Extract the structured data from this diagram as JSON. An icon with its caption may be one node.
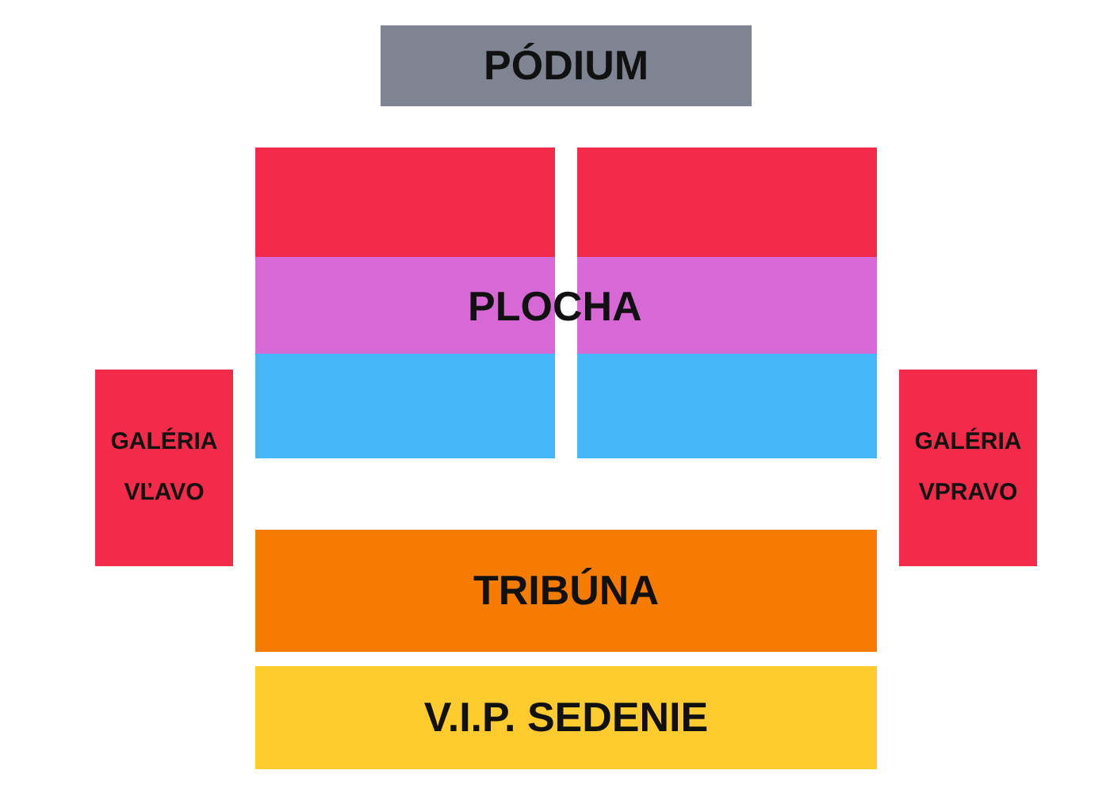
{
  "diagram": {
    "nodes": [
      {
        "text": [
          "PÓDIUM"
        ]
      },
      {
        "text": [],
        "shape": "box"
      },
      {
        "text": [],
        "shape": "box"
      },
      {
        "text": [],
        "shape": "box"
      },
      {
        "text": [],
        "shape": "box"
      },
      {
        "text": [
          "GALÉRIA VĽAVO"
        ]
      },
      {
        "text": [],
        "shape": "box"
      },
      {
        "text": [],
        "shape": "box"
      },
      {
        "text": [
          "GALÉRIA VPRAVO"
        ]
      },
      {
        "text": [
          "TRIBÚNA"
        ]
      },
      {
        "text": [
          "V.I.P. SEDENIE"
        ]
      }
    ],
    "labels": [
      "PLOCHA"
    ]
  }
}
